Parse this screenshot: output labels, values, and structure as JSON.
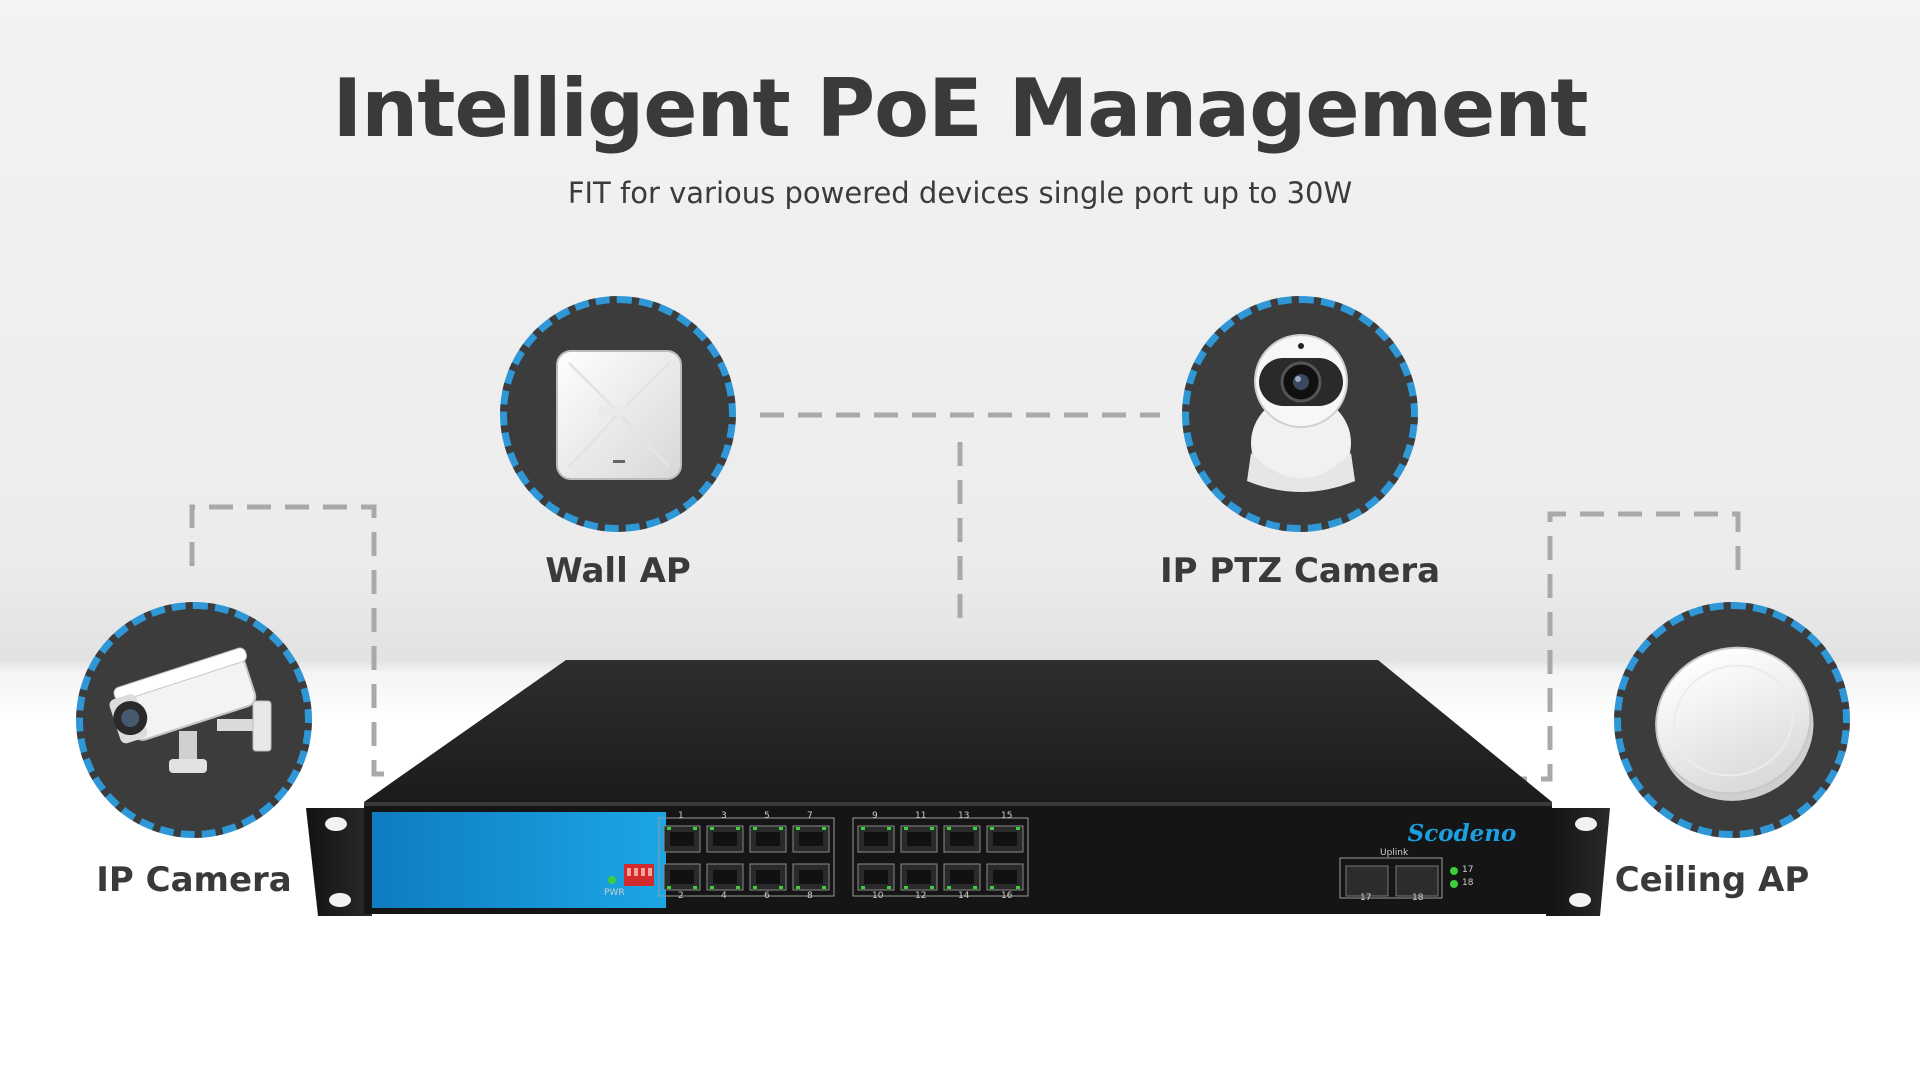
{
  "header": {
    "title": "Intelligent PoE Management",
    "subtitle": "FIT for various powered devices single port up to 30W"
  },
  "devices": [
    {
      "label": "Wall AP",
      "icon": "wall-ap-icon"
    },
    {
      "label": "IP PTZ Camera",
      "icon": "ptz-camera-icon"
    },
    {
      "label": "IP Camera",
      "icon": "bullet-camera-icon"
    },
    {
      "label": "Ceiling AP",
      "icon": "ceiling-ap-icon"
    }
  ],
  "switch": {
    "brand": "Scodeno",
    "pwr_label": "PWR",
    "uplink_label": "Uplink",
    "top_port_numbers": [
      "1",
      "3",
      "5",
      "7",
      "9",
      "11",
      "13",
      "15"
    ],
    "bottom_port_numbers": [
      "2",
      "4",
      "6",
      "8",
      "10",
      "12",
      "14",
      "16"
    ],
    "sfp_ports": [
      "17",
      "18"
    ],
    "led_labels": [
      "17",
      "18"
    ]
  },
  "colors": {
    "accent_blue": "#2f97d6",
    "panel_blue": "#1596d8",
    "switch_body": "#1c1c1c",
    "led_green": "#3ccf3c",
    "circle_fill": "#3c3c3c",
    "text_dark": "#3a3a3a"
  }
}
